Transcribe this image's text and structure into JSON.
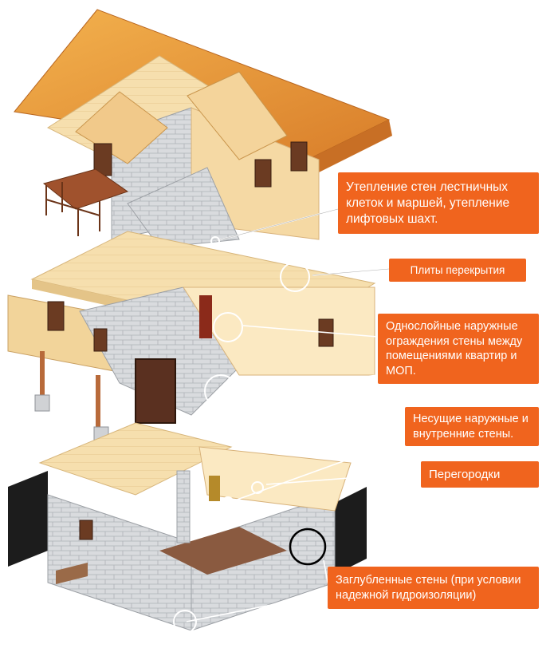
{
  "callouts": {
    "stairwell_insulation": "Утепление стен лестничных клеток и маршей, утепление лифтовых шахт.",
    "floor_slabs": "Плиты перекрытия",
    "single_layer_walls": "Однослойные наружные ограждения стены между помещениями квартир и МОП.",
    "load_bearing_walls": "Несущие наружные и внутренние стены.",
    "partitions": "Перегородки",
    "buried_walls": "Заглубленные стены (при условии надежной гидроизоляции)"
  },
  "colors": {
    "accent": "#f0641e",
    "roof": "#e79a3c",
    "slab": "#f6dfae",
    "wall_block": "#d9dbde",
    "interior": "#fbe9c2",
    "floor_brown": "#8a5a40",
    "foundation": "#1c1c1c",
    "wood": "#a0522d"
  }
}
